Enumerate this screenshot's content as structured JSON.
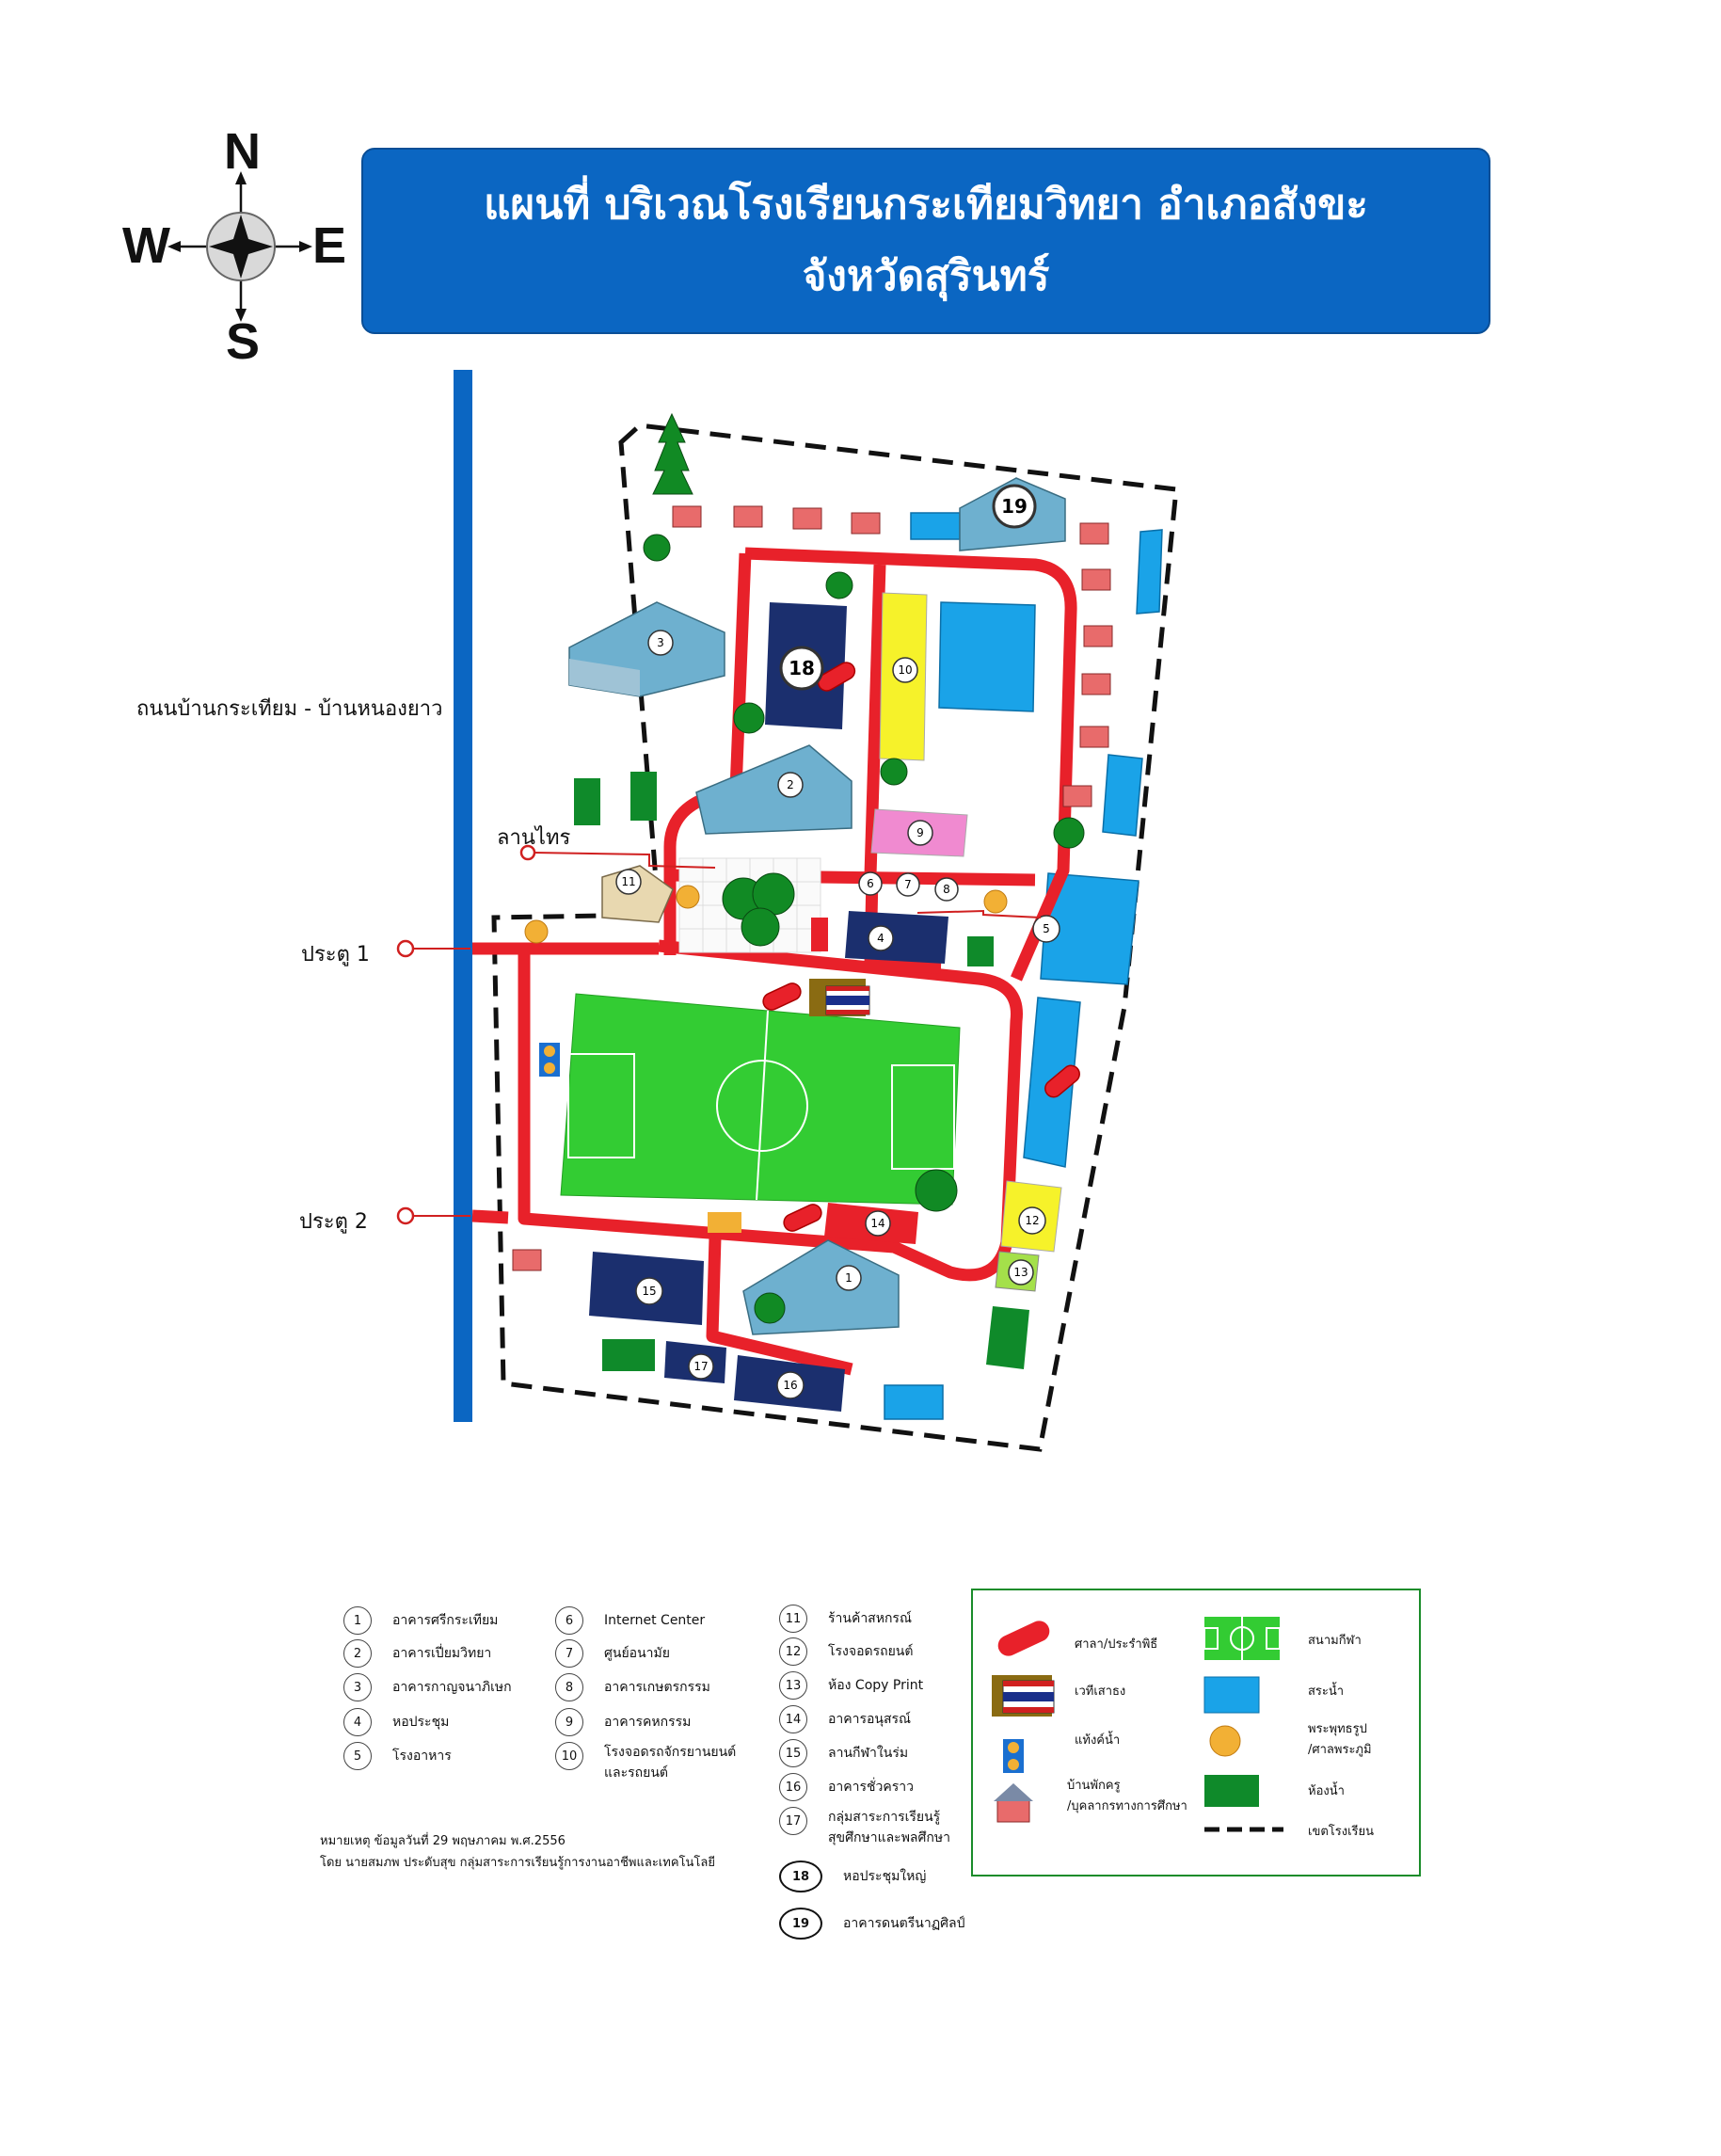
{
  "compass": {
    "north": "N",
    "south": "S",
    "east": "E",
    "west": "W"
  },
  "title": {
    "line1": "แผนที่ บริเวณโรงเรียนกระเทียมวิทยา อำเภอสังขะ",
    "line2": "จังหวัดสุรินทร์"
  },
  "map_labels": {
    "road": "ถนนบ้านกระเทียม - บ้านหนองยาว",
    "courtyard": "ลานไทร",
    "gate1": "ประตู 1",
    "gate2": "ประตู 2"
  },
  "buildings": [
    {
      "num": "1"
    },
    {
      "num": "2"
    },
    {
      "num": "3"
    },
    {
      "num": "4"
    },
    {
      "num": "5"
    },
    {
      "num": "6"
    },
    {
      "num": "7"
    },
    {
      "num": "8"
    },
    {
      "num": "9"
    },
    {
      "num": "10"
    },
    {
      "num": "11"
    },
    {
      "num": "12"
    },
    {
      "num": "13"
    },
    {
      "num": "14"
    },
    {
      "num": "15"
    },
    {
      "num": "16"
    },
    {
      "num": "17"
    },
    {
      "num": "18"
    },
    {
      "num": "19"
    }
  ],
  "legend_col1": [
    {
      "num": "1",
      "label": "อาคารศรีกระเทียม"
    },
    {
      "num": "2",
      "label": "อาคารเปี่ยมวิทยา"
    },
    {
      "num": "3",
      "label": "อาคารกาญจนาภิเษก"
    },
    {
      "num": "4",
      "label": "หอประชุม"
    },
    {
      "num": "5",
      "label": "โรงอาหาร"
    }
  ],
  "legend_col2": [
    {
      "num": "6",
      "label": "Internet Center"
    },
    {
      "num": "7",
      "label": "ศูนย์อนามัย"
    },
    {
      "num": "8",
      "label": "อาคารเกษตรกรรม"
    },
    {
      "num": "9",
      "label": "อาคารคหกรรม"
    },
    {
      "num": "10",
      "label": "โรงจอดรถจักรยานยนต์",
      "label2": "และรถยนต์"
    }
  ],
  "legend_col3": [
    {
      "num": "11",
      "label": "ร้านค้าสหกรณ์"
    },
    {
      "num": "12",
      "label": "โรงจอดรถยนต์"
    },
    {
      "num": "13",
      "label": "ห้อง Copy Print"
    },
    {
      "num": "14",
      "label": "อาคารอนุสรณ์"
    },
    {
      "num": "15",
      "label": "ลานกีฬาในร่ม"
    },
    {
      "num": "16",
      "label": "อาคารชั่วคราว"
    },
    {
      "num": "17",
      "label": "กลุ่มสาระการเรียนรู้",
      "label2": "สุขศึกษาและพลศึกษา"
    },
    {
      "num": "18",
      "label": "หอประชุมใหญ่"
    },
    {
      "num": "19",
      "label": "อาคารดนตรีนาฏศิลป์"
    }
  ],
  "note": {
    "line1": "หมายเหตุ  ข้อมูลวันที่ 29  พฤษภาคม พ.ศ.2556",
    "line2": "โดย นายสมภพ  ประดับสุข กลุ่มสาระการเรียนรู้การงานอาชีพและเทคโนโลยี"
  },
  "key": {
    "shrine": "ศาลา/ประรำพิธี",
    "flag": "เวทีเสาธง",
    "water_tank": "แท้งค์น้ำ",
    "house": "บ้านพักครู",
    "house2": "/บุคลากรทางการศึกษา",
    "sports": "สนามกีฬา",
    "pool": "สระน้ำ",
    "buddha": "พระพุทธรูป",
    "buddha2": "/ศาลพระภูมิ",
    "toilet": "ห้องน้ำ",
    "boundary": "เขตโรงเรียน"
  },
  "colors": {
    "road": "#e8212a",
    "title_bg": "#0b66c2",
    "pool": "#1aa3e8",
    "field": "#33cc33",
    "building_dark": "#1b2f6e",
    "toilet": "#0f8a2a",
    "boundary": "#111111",
    "yellow": "#f6f22a",
    "pink": "#f08ad0"
  }
}
